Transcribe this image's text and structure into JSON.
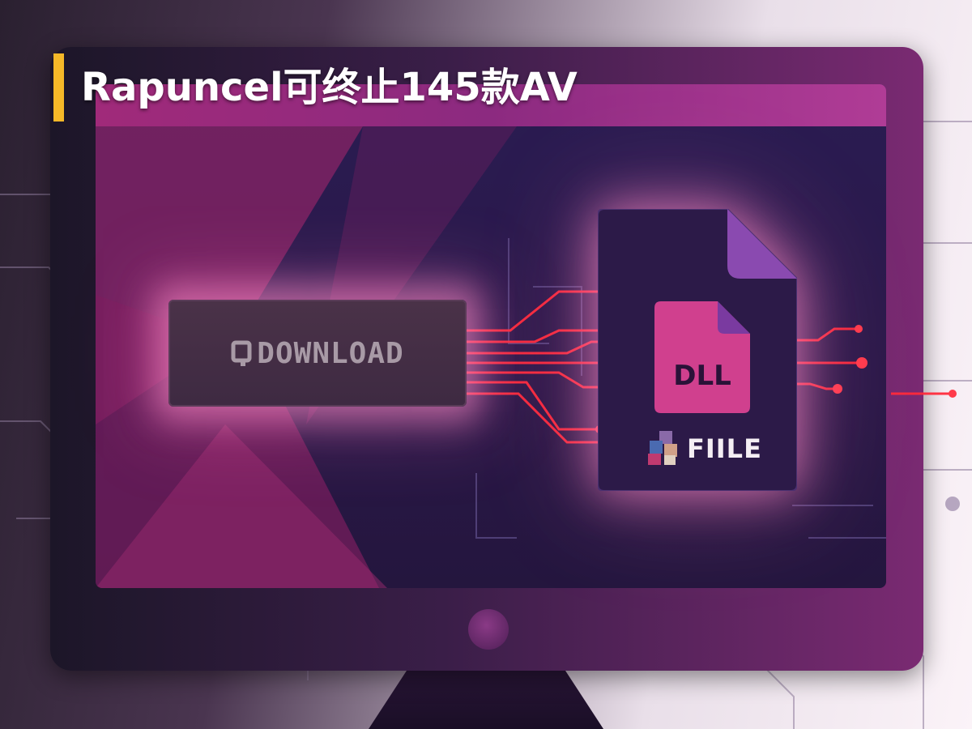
{
  "headline": {
    "text": "Rapuncel可终止145款AV"
  },
  "download_card": {
    "label": "DOWNLOAD",
    "icon": "download-q-icon"
  },
  "file_card": {
    "dll_label": "DLL",
    "file_label": "FIILE",
    "icons": [
      "document-icon",
      "cubes-icon"
    ]
  },
  "colors": {
    "accent_bar": "#f5b828",
    "glow": "#ff8cc8",
    "wire_red": "#ff2a3a",
    "dll_tile": "#d0408e"
  }
}
